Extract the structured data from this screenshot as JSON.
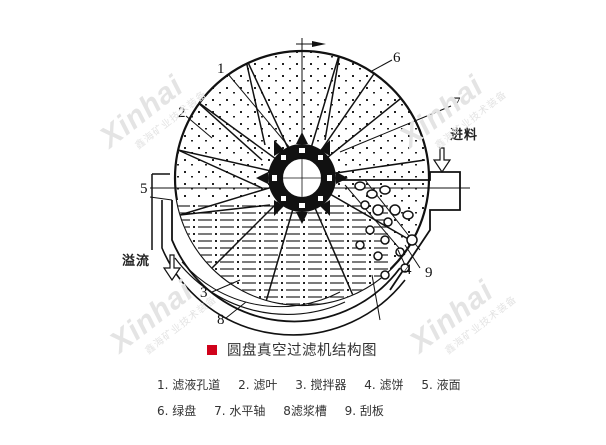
{
  "title": "圆盘真空过滤机结构图",
  "title_marker_color": "#d0021b",
  "watermark": {
    "brand": "Xinhai",
    "subtitle": "鑫海矿业技术装备"
  },
  "diagram": {
    "callouts": [
      {
        "number": "1"
      },
      {
        "number": "2"
      },
      {
        "number": "3"
      },
      {
        "number": "4"
      },
      {
        "number": "5"
      },
      {
        "number": "6"
      },
      {
        "number": "7"
      },
      {
        "number": "8"
      },
      {
        "number": "9"
      }
    ],
    "flow_labels": {
      "feed": "进料",
      "overflow": "溢流"
    }
  },
  "legend": {
    "row1": [
      "1. 滤液孔道",
      "2. 滤叶",
      "3. 搅拌器",
      "4. 滤饼",
      "5. 液面"
    ],
    "row2": [
      "6. 绿盘",
      "7. 水平轴",
      "8滤浆槽",
      "9. 刮板"
    ]
  }
}
